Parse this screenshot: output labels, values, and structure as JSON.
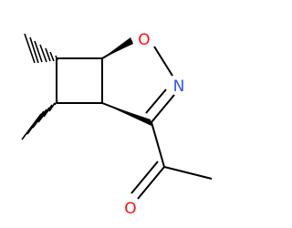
{
  "molecule": {
    "atoms": {
      "ring_oxygen": "O",
      "ring_nitrogen": "N",
      "carbonyl_oxygen": "O"
    },
    "colors": {
      "oxygen": "#ff0d0d",
      "nitrogen": "#3050f8",
      "bond": "#000000"
    }
  }
}
